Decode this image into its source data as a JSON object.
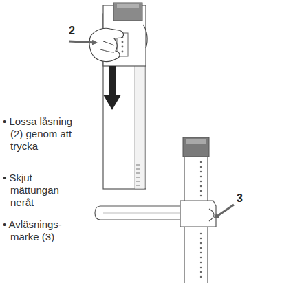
{
  "diagram": {
    "labels": [
      "2",
      "• Lossa låsning (2) genom att trycka",
      "• Skjut mättungan neråt",
      "• Avläsnings- märke (3)",
      "3"
    ]
  }
}
